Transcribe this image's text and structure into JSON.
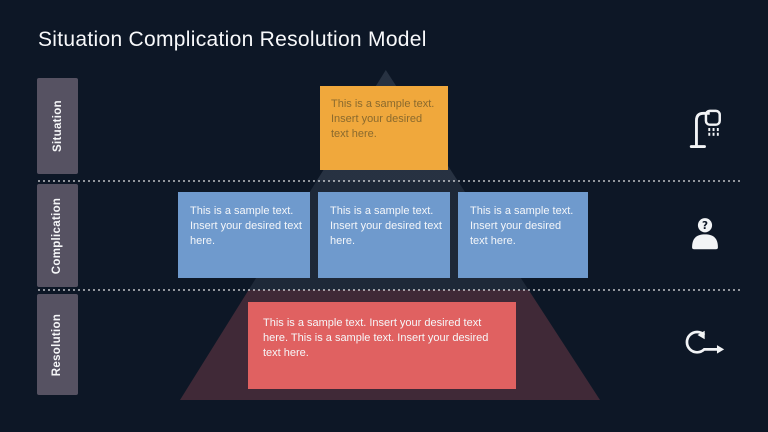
{
  "title": "Situation Complication Resolution Model",
  "rows": [
    {
      "label": "Situation",
      "icon": "shower-icon",
      "boxes": [
        {
          "text": "This is a sample text. Insert your desired text here.",
          "color": "#f0a83c"
        }
      ]
    },
    {
      "label": "Complication",
      "icon": "person-question-icon",
      "boxes": [
        {
          "text": "This is a sample text. Insert your desired text here.",
          "color": "#6f9acd"
        },
        {
          "text": "This is a sample text. Insert your desired text here.",
          "color": "#6f9acd"
        },
        {
          "text": "This is a sample text. Insert your desired text here.",
          "color": "#6f9acd"
        }
      ]
    },
    {
      "label": "Resolution",
      "icon": "loop-arrow-icon",
      "boxes": [
        {
          "text": "This is a sample text. Insert your desired text here. This is a sample text. Insert your desired text here.",
          "color": "#e06161"
        }
      ]
    }
  ],
  "colors": {
    "background": "#0d1726",
    "label_bar": "#565262",
    "situation_box": "#f0a83c",
    "complication_box": "#6f9acd",
    "resolution_box": "#e06161",
    "divider": "#ffffff",
    "pyramid_tint": "rgba(196,210,232,0.14)",
    "pyramid_base_tint": "rgba(226,99,108,0.24)"
  }
}
